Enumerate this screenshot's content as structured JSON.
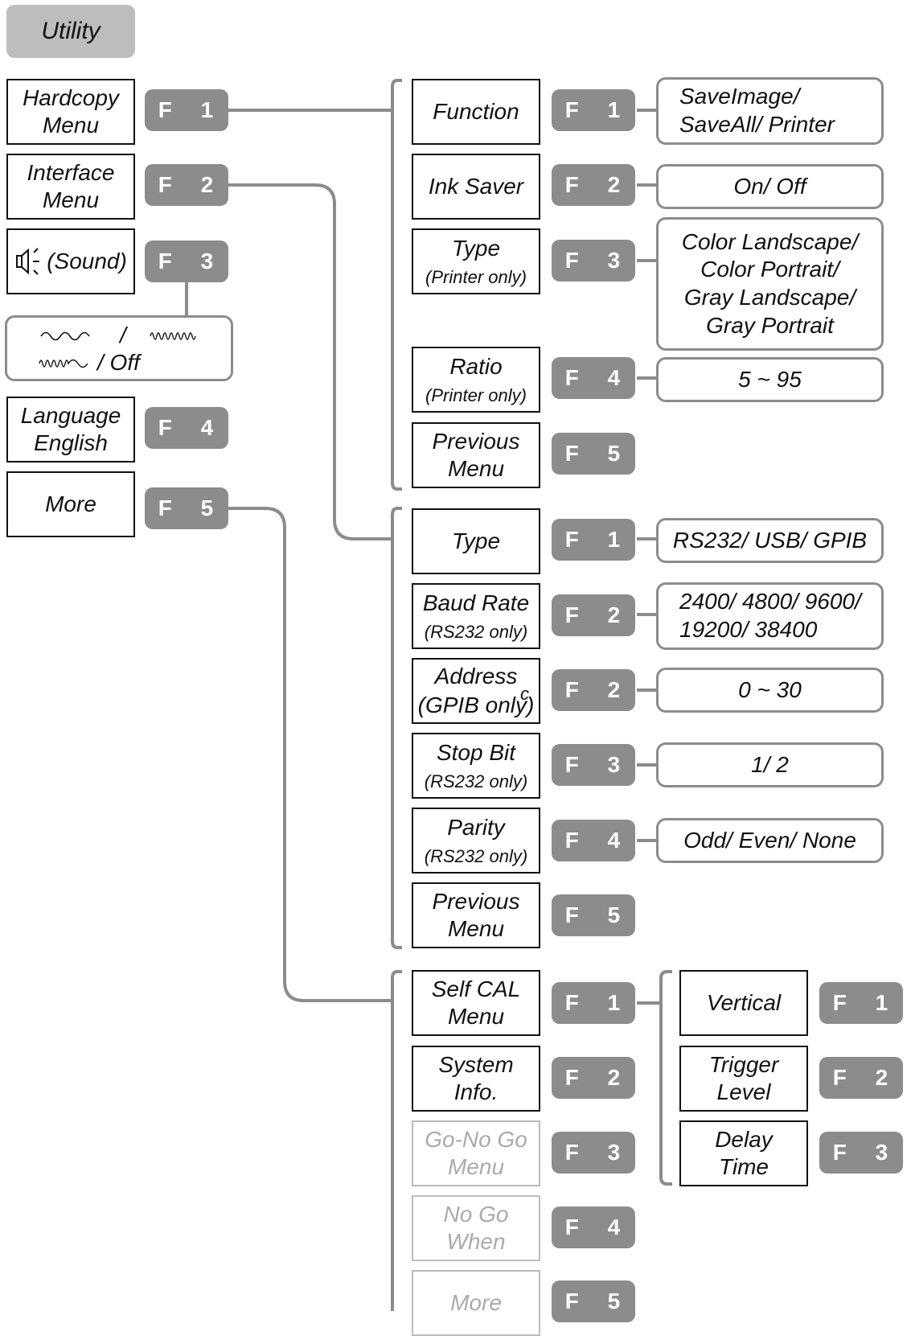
{
  "title": "Utility",
  "main_menu": [
    {
      "l1": "Hardcopy",
      "l2": "Menu",
      "key": "F 1"
    },
    {
      "l1": "Interface",
      "l2": "Menu",
      "key": "F 2"
    },
    {
      "l1": "(Sound)",
      "key": "F 3"
    },
    {
      "l1": "Language",
      "l2": "English",
      "key": "F 4"
    },
    {
      "l1": "More",
      "key": "F 5"
    }
  ],
  "sound_options": {
    "sep1": "/",
    "sep2": "/ Off"
  },
  "hardcopy_menu": [
    {
      "label": "Function",
      "key": "F 1",
      "options": [
        "SaveImage/",
        "SaveAll/ Printer"
      ]
    },
    {
      "label": "Ink Saver",
      "key": "F 2",
      "options": [
        "On/ Off"
      ]
    },
    {
      "label": "Type",
      "note": "(Printer only)",
      "key": "F 3",
      "options": [
        "Color Landscape/",
        "Color Portrait/",
        "Gray Landscape/",
        "Gray Portrait"
      ]
    },
    {
      "label": "Ratio",
      "note": "(Printer only)",
      "key": "F 4",
      "options": [
        "5 ~ 95"
      ]
    },
    {
      "l1": "Previous",
      "l2": "Menu",
      "key": "F 5"
    }
  ],
  "interface_menu": [
    {
      "label": "Type",
      "key": "F 1",
      "options": [
        "RS232/ USB/ GPIB"
      ]
    },
    {
      "label": "Baud Rate",
      "note": "(RS232 only)",
      "key": "F 2",
      "options": [
        "2400/ 4800/ 9600/",
        "19200/ 38400"
      ]
    },
    {
      "label": "Address",
      "note": "(GPIB only)",
      "key": "F 2",
      "options": [
        "0 ~ 30"
      ]
    },
    {
      "label": "Stop Bit",
      "note": "(RS232 only)",
      "key": "F 3",
      "options": [
        "1/ 2"
      ]
    },
    {
      "label": "Parity",
      "note": "(RS232 only)",
      "key": "F 4",
      "options": [
        "Odd/ Even/ None"
      ]
    },
    {
      "l1": "Previous",
      "l2": "Menu",
      "key": "F 5"
    }
  ],
  "more_menu": [
    {
      "l1": "Self CAL",
      "l2": "Menu",
      "key": "F 1"
    },
    {
      "l1": "System",
      "l2": "Info.",
      "key": "F 2"
    },
    {
      "l1": "Go-No Go",
      "l2": "Menu",
      "key": "F 3"
    },
    {
      "l1": "No Go",
      "l2": "When",
      "key": "F 4"
    },
    {
      "l1": "More",
      "key": "F 5"
    }
  ],
  "self_cal_menu": [
    {
      "l1": "Vertical",
      "key": "F 1"
    },
    {
      "l1": "Trigger",
      "l2": "Level",
      "key": "F 2"
    },
    {
      "l1": "Delay",
      "l2": "Time",
      "key": "F 3"
    }
  ],
  "address_mark": "c",
  "colors": {
    "key": "#8c8c8c",
    "tab": "#bdbdbd",
    "wire": "#8c8c8c",
    "disabled": "#aaaaaa"
  }
}
